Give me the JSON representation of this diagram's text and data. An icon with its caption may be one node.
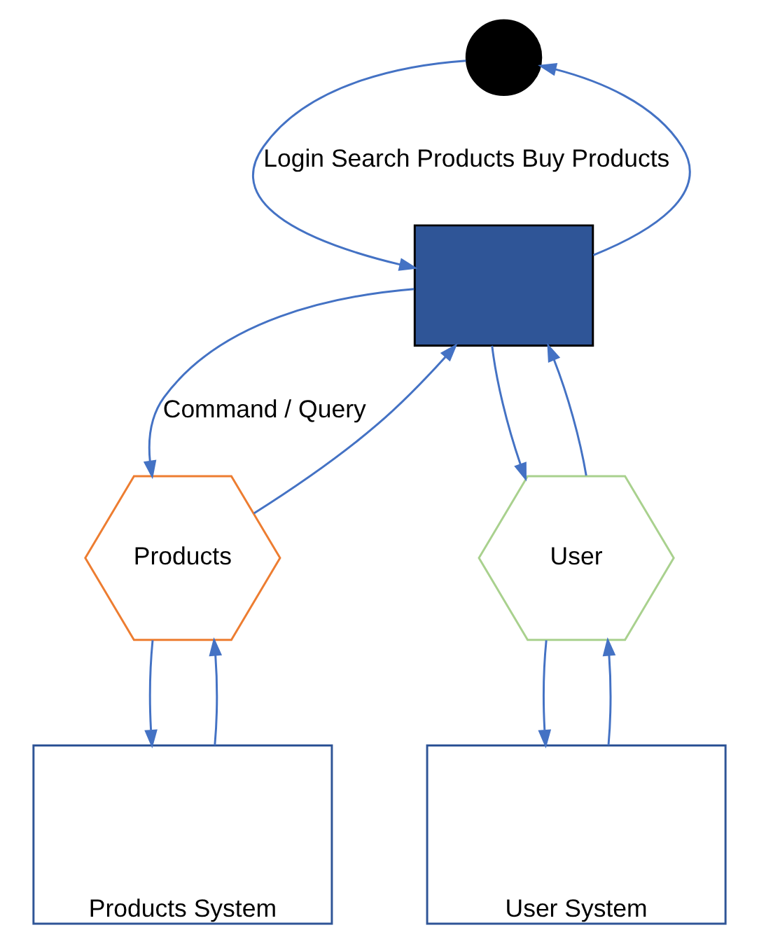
{
  "diagram": {
    "nodes": [
      {
        "text": [],
        "shape": "person"
      },
      {
        "text": [],
        "shape": "box"
      },
      {
        "text": [
          "Products"
        ]
      },
      {
        "text": [
          "User"
        ]
      },
      {
        "text": [
          "Products System"
        ]
      },
      {
        "text": [
          "User System"
        ]
      }
    ],
    "edges": [
      {
        "from": 0,
        "to": 1,
        "arrow": "to",
        "label": "Login Search Products Buy Products"
      },
      {
        "from": 1,
        "to": 0,
        "arrow": "to"
      },
      {
        "from": 1,
        "to": 2,
        "arrow": "to",
        "label": "Command / Query"
      },
      {
        "from": 2,
        "to": 1,
        "arrow": "to"
      },
      {
        "from": 1,
        "to": 3,
        "arrow": "to"
      },
      {
        "from": 3,
        "to": 1,
        "arrow": "to"
      },
      {
        "from": 2,
        "to": 4,
        "arrow": "to"
      },
      {
        "from": 4,
        "to": 2,
        "arrow": "to"
      },
      {
        "from": 3,
        "to": 5,
        "arrow": "to"
      },
      {
        "from": 5,
        "to": 3,
        "arrow": "to"
      }
    ]
  }
}
